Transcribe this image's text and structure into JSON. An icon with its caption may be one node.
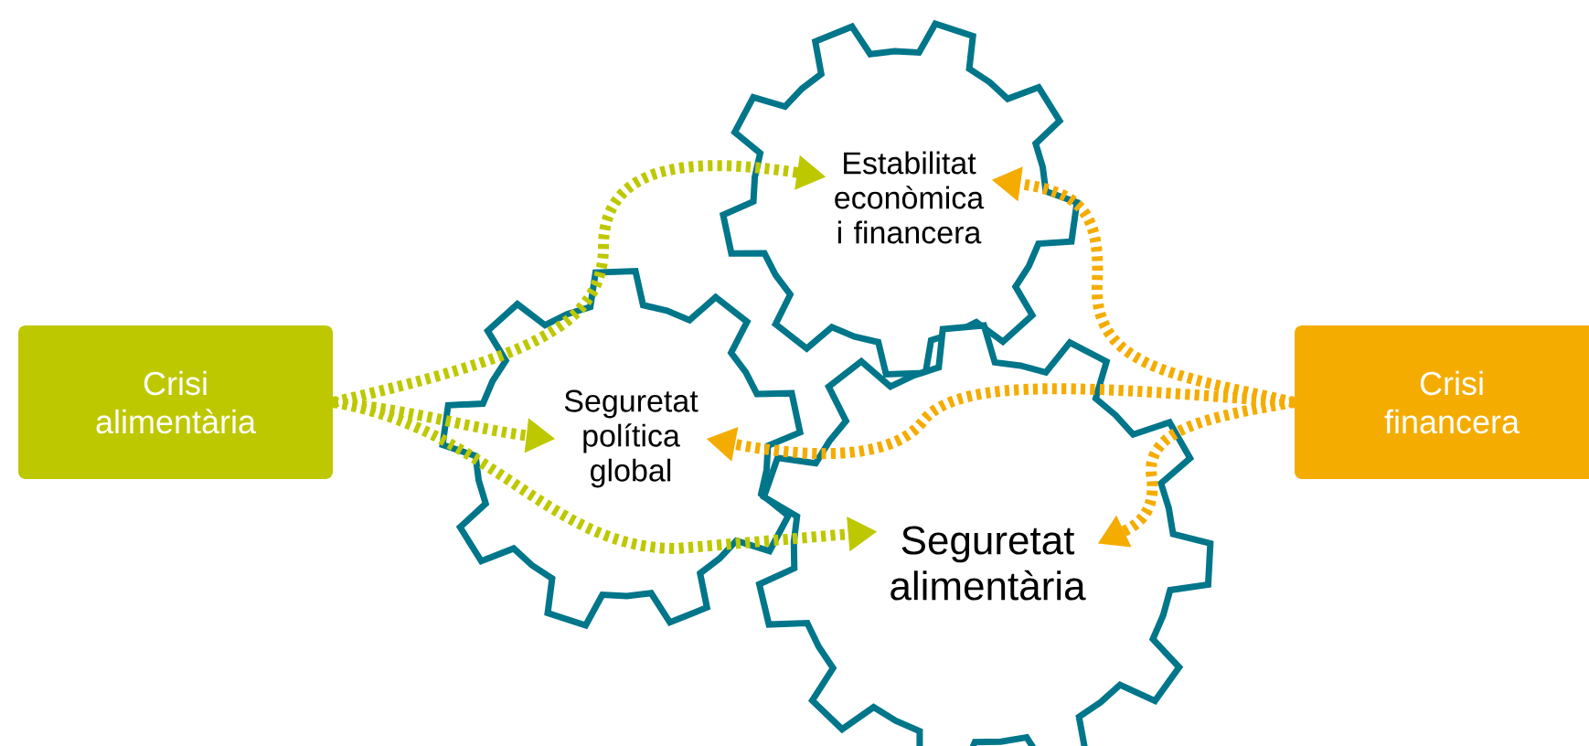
{
  "diagram": {
    "nodes": [
      {
        "text": [
          "Crisi alimentària"
        ]
      },
      {
        "text": [
          "Estabilitat econòmica i financera"
        ]
      },
      {
        "text": [
          "Seguretat política global"
        ]
      },
      {
        "text": [
          "Seguretat alimentària"
        ]
      },
      {
        "text": [
          "Crisi financera"
        ]
      }
    ],
    "edges": [
      {
        "from": 0,
        "to": 1,
        "arrow": "to",
        "style": "dashed",
        "color": "#bec800"
      },
      {
        "from": 0,
        "to": 2,
        "arrow": "to",
        "style": "dashed",
        "color": "#bec800"
      },
      {
        "from": 0,
        "to": 3,
        "arrow": "to",
        "style": "dashed",
        "color": "#bec800"
      },
      {
        "from": 4,
        "to": 1,
        "arrow": "to",
        "style": "dashed",
        "color": "#f5ac00"
      },
      {
        "from": 4,
        "to": 2,
        "arrow": "to",
        "style": "dashed",
        "color": "#f5ac00"
      },
      {
        "from": 4,
        "to": 3,
        "arrow": "to",
        "style": "dashed",
        "color": "#f5ac00"
      }
    ]
  }
}
